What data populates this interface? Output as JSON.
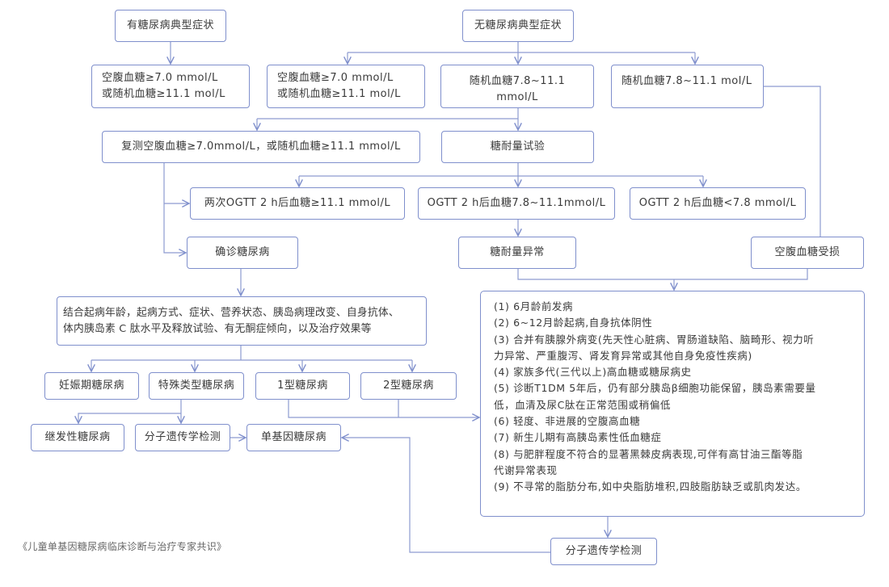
{
  "nodes": {
    "typical": "有糖尿病典型症状",
    "atypical": "无糖尿病典型症状",
    "fpg_left": [
      "空腹血糖≥7.0 mmol/L",
      "或随机血糖≥11.1 mol/L"
    ],
    "fpg_mid": [
      "空腹血糖≥7.0 mmol/L",
      "或随机血糖≥11.1 mol/L"
    ],
    "random_mmol": "随机血糖7.8~11.1 mmol/L",
    "random_mol": "随机血糖7.8~11.1 mol/L",
    "retest": "复测空腹血糖≥7.0mmol/L，或随机血糖≥11.1 mmol/L",
    "ogtt_test": "糖耐量试验",
    "ogtt_twice": "两次OGTT 2 h后血糖≥11.1 mmol/L",
    "ogtt_mid": "OGTT 2 h后血糖7.8~11.1mmol/L",
    "ogtt_low": "OGTT 2 h后血糖<7.8 mmol/L",
    "confirmed": "确诊糖尿病",
    "igt": "糖耐量异常",
    "ifg": "空腹血糖受损",
    "combine": [
      "结合起病年龄，起病方式、症状、营养状态、胰岛病理改变、自身抗体、",
      "体内胰岛素 C 肽水平及释放试验、有无酮症倾向，以及治疗效果等"
    ],
    "gestational": "妊娠期糖尿病",
    "special": "特殊类型糖尿病",
    "type1": "1型糖尿病",
    "type2": "2型糖尿病",
    "secondary": "继发性糖尿病",
    "genetic_left": "分子遗传学检测",
    "monogenic": "单基因糖尿病",
    "genetic_bottom": "分子遗传学检测"
  },
  "criteria": [
    "(1) 6月龄前发病",
    "(2) 6~12月龄起病,自身抗体阴性",
    "(3) 合并有胰腺外病变(先天性心脏病、胃肠道缺陷、脑畸形、视力听",
    "力异常、严重腹泻、肾发育异常或其他自身免疫性疾病)",
    "(4) 家族多代(三代以上)高血糖或糖尿病史",
    "(5) 诊断T1DM  5年后，仍有部分胰岛β细胞功能保留，胰岛素需要量",
    "低，血清及尿C肽在正常范围或稍偏低",
    "(6) 轻度、非进展的空腹高血糖",
    "(7) 新生儿期有高胰岛素性低血糖症",
    "(8) 与肥胖程度不符合的显著黑棘皮病表现,可伴有高甘油三酯等脂",
    "代谢异常表现",
    "(9) 不寻常的脂肪分布,如中央脂肪堆积,四肢脂肪缺乏或肌肉发达。"
  ],
  "caption": "《儿童单基因糖尿病临床诊断与治疗专家共识》",
  "colors": {
    "border": "#7f8fcc",
    "line": "#8d9bd0"
  }
}
